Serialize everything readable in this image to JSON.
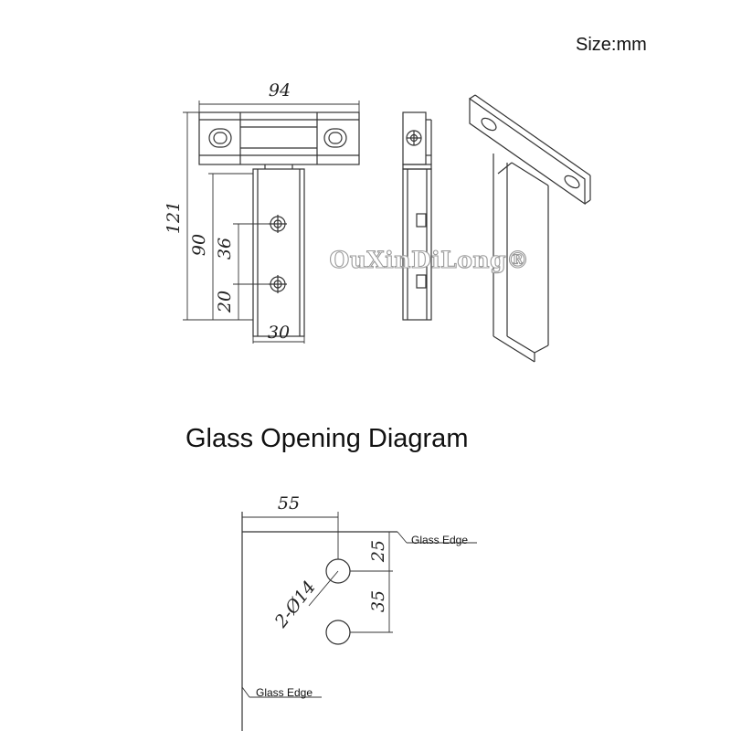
{
  "header": {
    "size_label": "Size:mm"
  },
  "top_drawing": {
    "dims": {
      "width": "94",
      "height_total": "121",
      "height_plate": "90",
      "hole_spacing": "36",
      "hole_offset": "20",
      "plate_width": "30"
    },
    "watermark": "OuXinDiLong®"
  },
  "glass_opening": {
    "title": "Glass Opening Diagram",
    "dims": {
      "horizontal": "55",
      "top_offset": "25",
      "hole_spacing": "35",
      "hole_diameter": "2-Ø14"
    },
    "edge_label_top": "Glass Edge",
    "edge_label_left": "Glass Edge"
  }
}
